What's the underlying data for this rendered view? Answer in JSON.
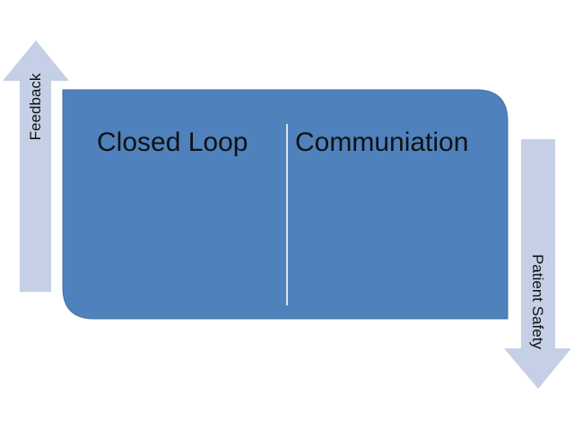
{
  "diagram": {
    "left_label": "Closed Loop",
    "right_label": "Communiation",
    "up_arrow_label": "Feedback",
    "down_arrow_label": "Patient Safety"
  },
  "colors": {
    "box_fill": "#4f81bd",
    "box_stroke": "#41719c",
    "arrow_fill": "#c5d0e6",
    "divider": "#dbe4f0"
  }
}
